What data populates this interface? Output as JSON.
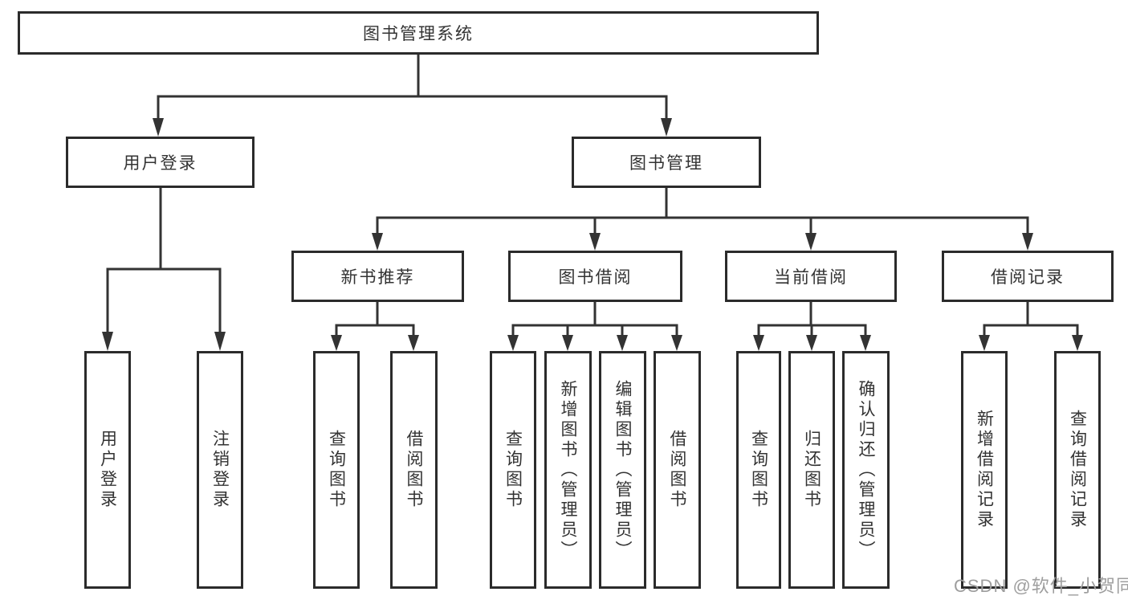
{
  "colors": {
    "line": "#333333",
    "border": "#2b2b2b",
    "text": "#333333",
    "watermark_color": "#9e9e9e",
    "background": "#ffffff"
  },
  "watermark": {
    "text": "CSDN @软件_小贺同学"
  },
  "tree": {
    "root": {
      "label": "图书管理系统"
    },
    "branches": [
      {
        "label": "用户登录",
        "children": [
          "用户登录",
          "注销登录"
        ]
      },
      {
        "label": "图书管理",
        "groups": [
          {
            "label": "新书推荐",
            "children": [
              "查询图书",
              "借阅图书"
            ]
          },
          {
            "label": "图书借阅",
            "children": [
              "查询图书",
              "新增图书（管理员）",
              "编辑图书（管理员）",
              "借阅图书"
            ]
          },
          {
            "label": "当前借阅",
            "children": [
              "查询图书",
              "归还图书",
              "确认归还（管理员）"
            ]
          },
          {
            "label": "借阅记录",
            "children": [
              "新增借阅记录",
              "查询借阅记录"
            ]
          }
        ]
      }
    ]
  }
}
